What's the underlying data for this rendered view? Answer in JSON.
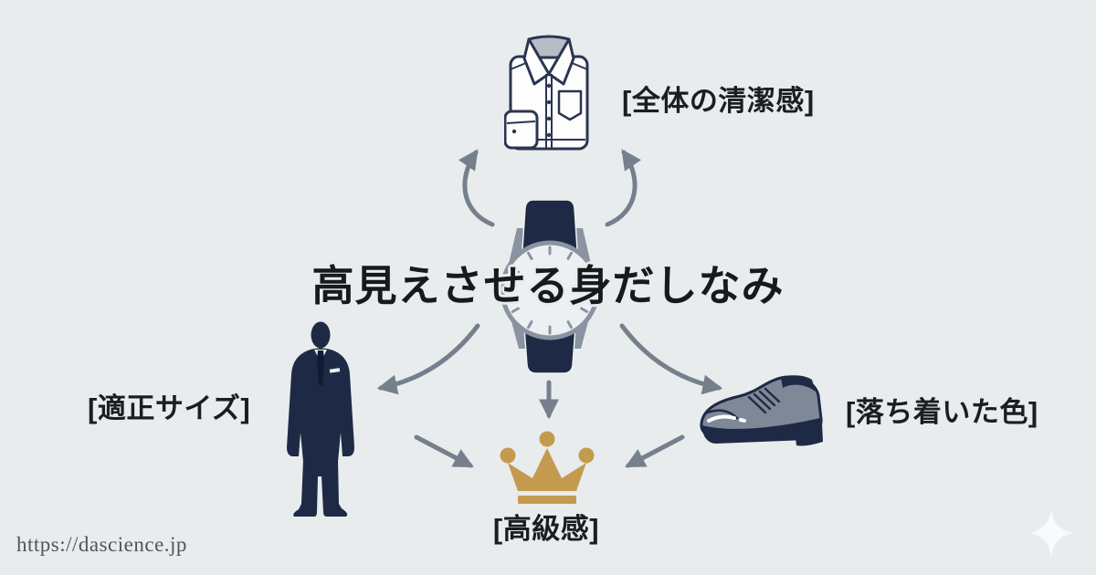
{
  "title": "高見えさせる身だしなみ",
  "nodes": {
    "cleanliness": {
      "label": "[全体の清潔感]",
      "icon": "dress-shirt-icon",
      "position": "top"
    },
    "size": {
      "label": "[適正サイズ]",
      "icon": "suit-man-icon",
      "position": "left"
    },
    "color": {
      "label": "[落ち着いた色]",
      "icon": "dress-shoe-icon",
      "position": "right"
    },
    "luxury": {
      "label": "[高級感]",
      "icon": "crown-icon",
      "position": "bottom"
    },
    "center": {
      "icon": "wristwatch-icon"
    }
  },
  "edges": [
    {
      "from": "watch",
      "to": "shirt",
      "side": "left"
    },
    {
      "from": "watch",
      "to": "shirt",
      "side": "right"
    },
    {
      "from": "watch",
      "to": "man"
    },
    {
      "from": "watch",
      "to": "shoe"
    },
    {
      "from": "watch",
      "to": "crown"
    },
    {
      "from": "man",
      "to": "crown"
    },
    {
      "from": "shoe",
      "to": "crown"
    }
  ],
  "footer": {
    "url": "https://dascience.jp"
  },
  "decor": {
    "sparkle": "sparkle-icon"
  },
  "colors": {
    "background": "#e8eced",
    "navy": "#1e2a45",
    "arrow_gray": "#76808c",
    "watch_ring_gray": "#8a93a0",
    "gold": "#c49b4e",
    "shoe_gray": "#7f8897",
    "title_text": "#17191c",
    "url_text": "#4d565f"
  }
}
